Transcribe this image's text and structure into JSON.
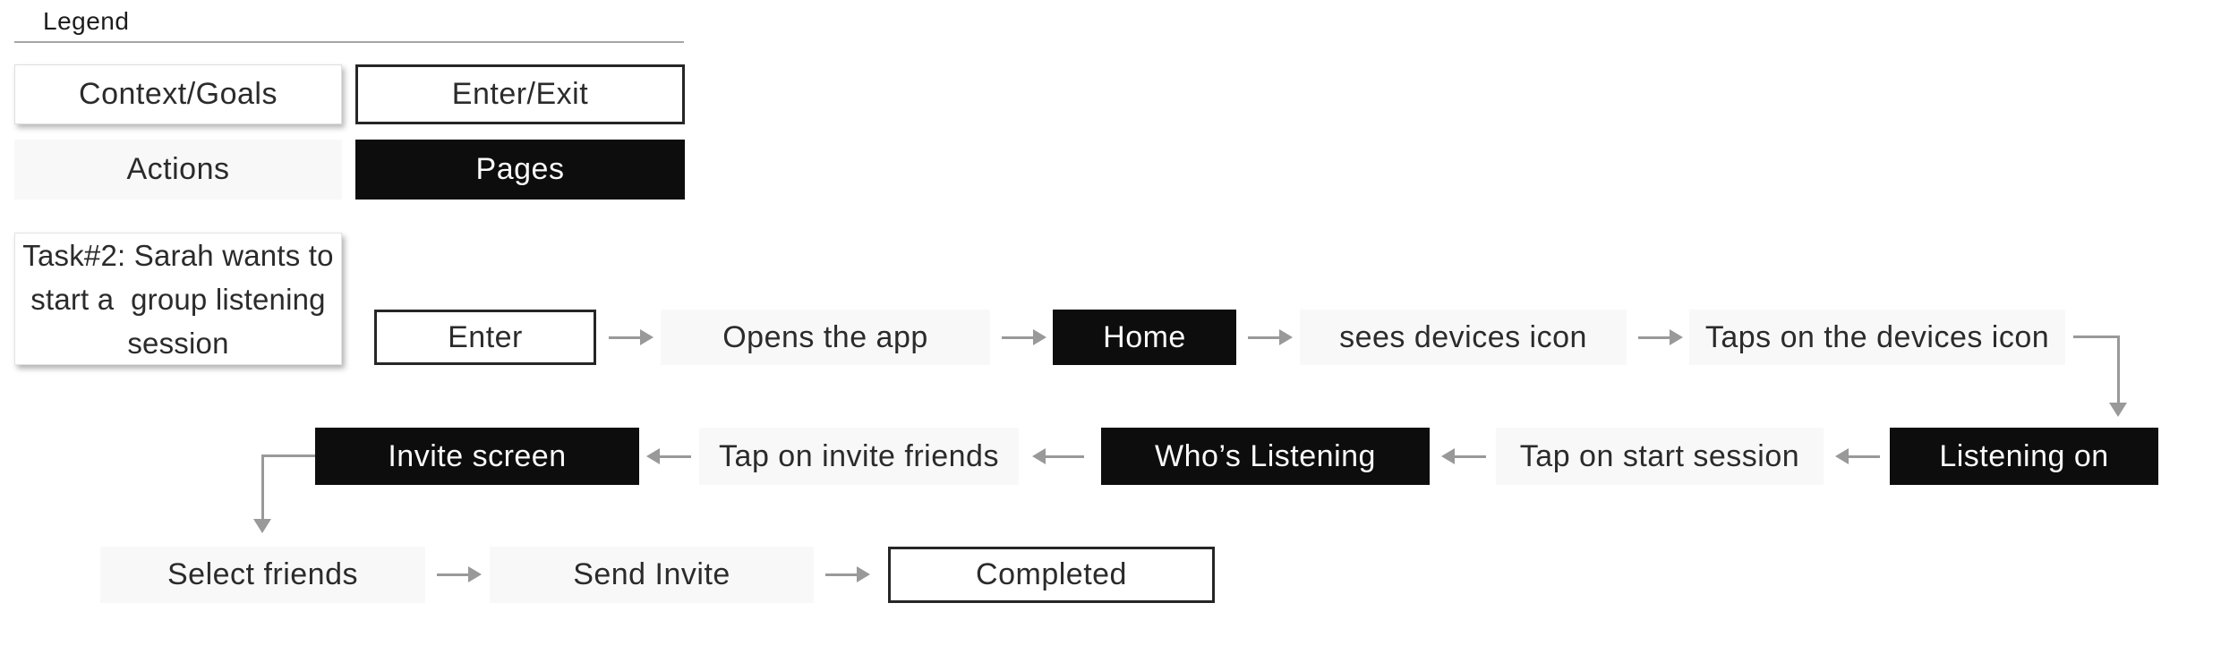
{
  "colors": {
    "background": "#ffffff",
    "page_fill": "#0d0d0d",
    "action_fill": "#f8f8f8",
    "enter_exit_border": "#262626",
    "arrow": "#999999",
    "text_dark": "#2b2b2b",
    "text_light": "#fafafa",
    "rule": "#a6a6a6"
  },
  "legend": {
    "title": "Legend",
    "items": [
      {
        "label": "Context/Goals",
        "type": "context"
      },
      {
        "label": "Enter/Exit",
        "type": "enter-exit"
      },
      {
        "label": "Actions",
        "type": "action"
      },
      {
        "label": "Pages",
        "type": "page"
      }
    ]
  },
  "task": {
    "lines": [
      "Task#2: Sarah wants to",
      "start a  group listening",
      "session"
    ]
  },
  "flow": {
    "row1": [
      {
        "label": "Enter",
        "type": "enter-exit"
      },
      {
        "label": "Opens the app",
        "type": "action"
      },
      {
        "label": "Home",
        "type": "page"
      },
      {
        "label": "sees devices icon",
        "type": "action"
      },
      {
        "label": "Taps on the devices icon",
        "type": "action"
      }
    ],
    "row2": [
      {
        "label": "Invite screen",
        "type": "page"
      },
      {
        "label": "Tap on invite friends",
        "type": "action"
      },
      {
        "label": "Who’s Listening",
        "type": "page"
      },
      {
        "label": "Tap on start session",
        "type": "action"
      },
      {
        "label": "Listening on",
        "type": "page"
      }
    ],
    "row3": [
      {
        "label": "Select friends",
        "type": "action"
      },
      {
        "label": "Send Invite",
        "type": "action"
      },
      {
        "label": "Completed",
        "type": "enter-exit"
      }
    ]
  }
}
